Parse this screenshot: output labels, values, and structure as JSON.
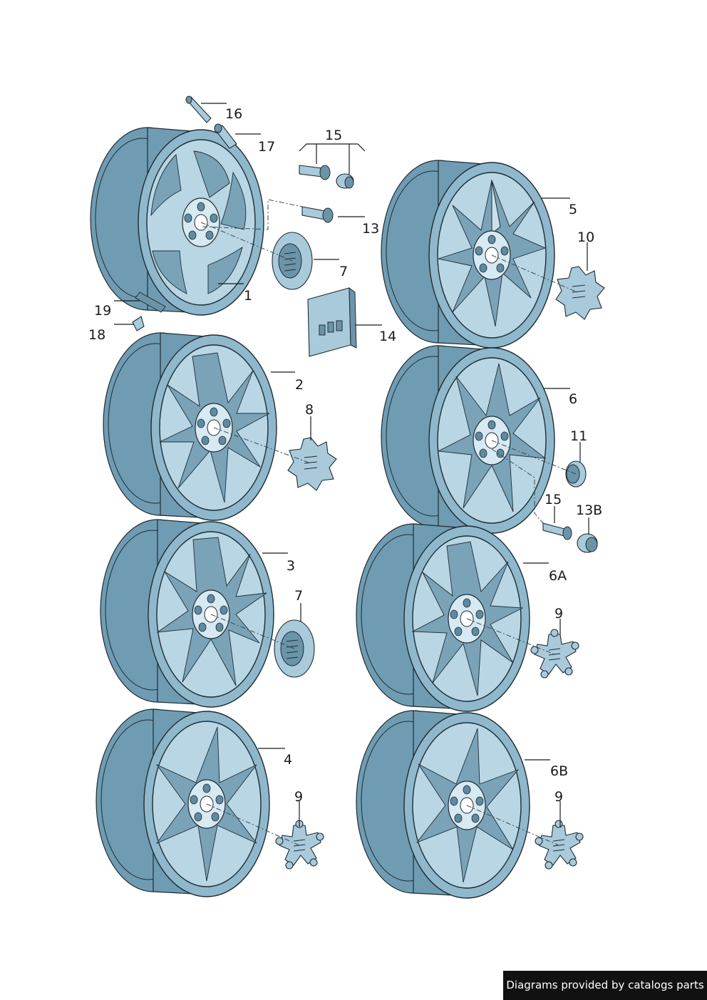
{
  "labels": {
    "l1": "1",
    "l2": "2",
    "l3": "3",
    "l4": "4",
    "l5": "5",
    "l6": "6",
    "l6a": "6A",
    "l6b": "6B",
    "l7a": "7",
    "l7b": "7",
    "l8": "8",
    "l9a": "9",
    "l9b": "9",
    "l9c": "9",
    "l10": "10",
    "l11": "11",
    "l13": "13",
    "l13b": "13B",
    "l14": "14",
    "l15a": "15",
    "l15b": "15",
    "l16": "16",
    "l17": "17",
    "l18": "18",
    "l19": "19"
  },
  "footer": {
    "credit": "Diagrams provided by catalogs parts"
  },
  "colors": {
    "rim_face": "#b8d6e4",
    "rim_barrel": "#6f9cb3",
    "outline": "#1f2c33",
    "footer_bg": "#111111"
  }
}
